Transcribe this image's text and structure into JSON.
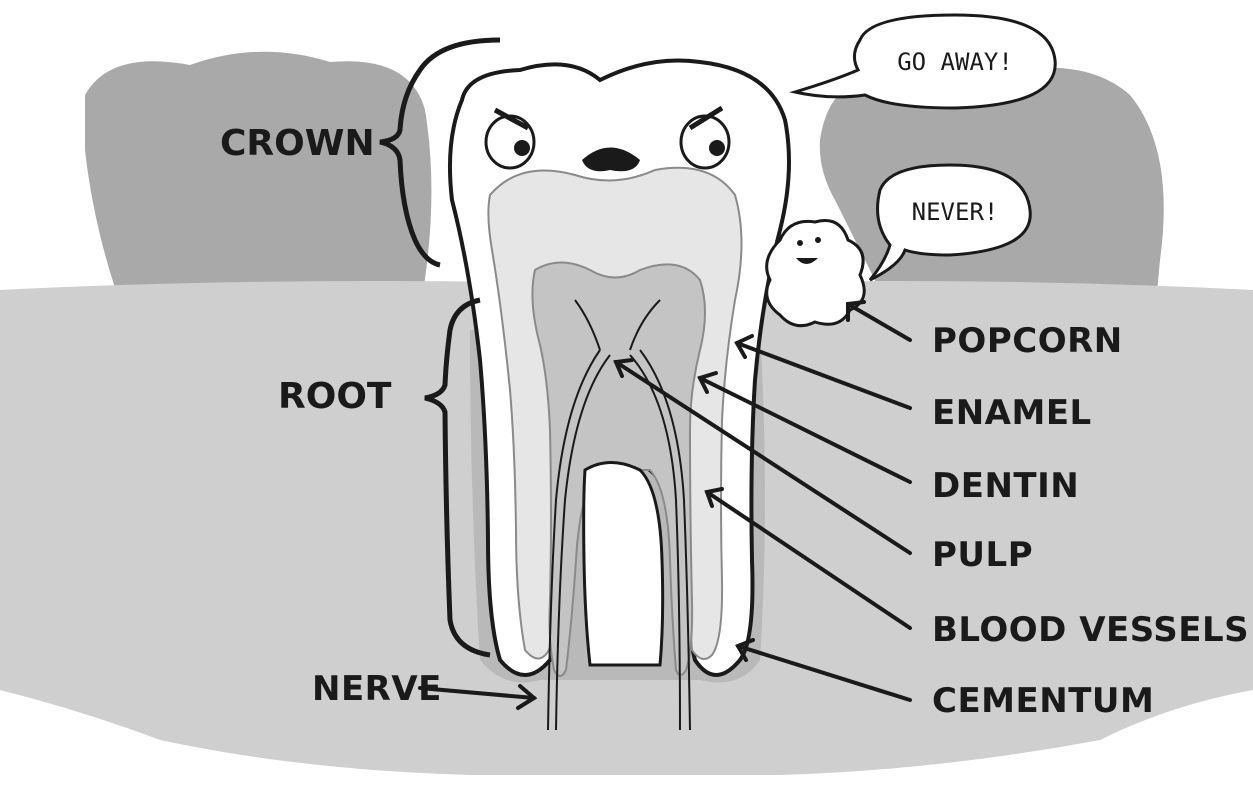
{
  "diagram": {
    "brackets": {
      "crown": "CROWN",
      "root": "ROOT"
    },
    "labels": {
      "popcorn": "POPCORN",
      "enamel": "ENAMEL",
      "dentin": "DENTIN",
      "pulp": "PULP",
      "blood_vessels": "BLOOD VESSELS",
      "cementum": "CEMENTUM",
      "nerve": "NERVE"
    },
    "speech": {
      "tooth": "GO AWAY!",
      "popcorn": "NEVER!"
    },
    "colors": {
      "gum": "#cfcfcf",
      "background_teeth": "#a9a9a9",
      "outline": "#1a1a1a",
      "enamel": "#ffffff",
      "dentin": "#e6e6e6",
      "pulp": "#c4c4c4"
    }
  }
}
